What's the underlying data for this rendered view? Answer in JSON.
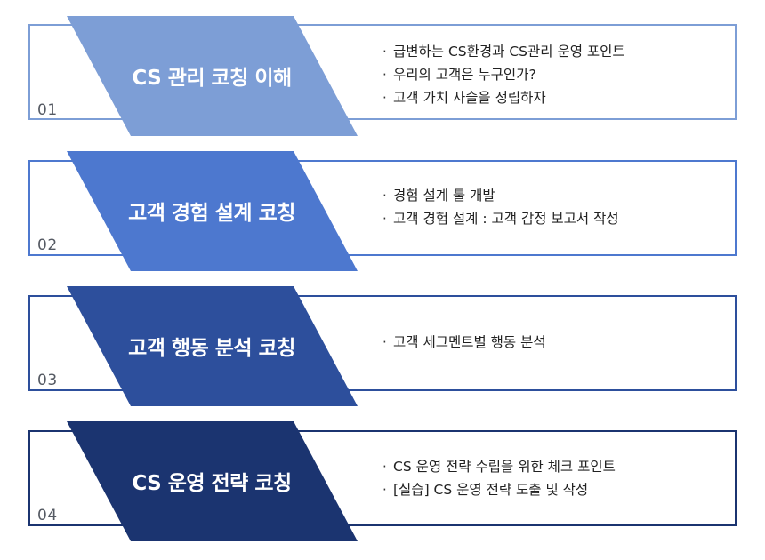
{
  "steps": [
    {
      "number": "01",
      "title": "CS 관리 코칭 이해",
      "color": "#7d9ed6",
      "bullets": [
        "급변하는 CS환경과 CS관리 운영 포인트",
        "우리의 고객은 누구인가?",
        "고객 가치 사슬을 정립하자"
      ]
    },
    {
      "number": "02",
      "title": "고객 경험 설계 코칭",
      "color": "#4d78cf",
      "bullets": [
        "경험 설계 툴 개발",
        "고객 경험 설계 : 고객 감정 보고서 작성"
      ]
    },
    {
      "number": "03",
      "title": "고객 행동 분석 코칭",
      "color": "#2d4f9c",
      "bullets": [
        "고객 세그멘트별 행동 분석"
      ]
    },
    {
      "number": "04",
      "title": "CS 운영 전략 코칭",
      "color": "#1b3470",
      "bullets": [
        "CS 운영 전략 수립을 위한 체크 포인트",
        "[실습] CS 운영 전략 도출 및 작성"
      ]
    }
  ]
}
